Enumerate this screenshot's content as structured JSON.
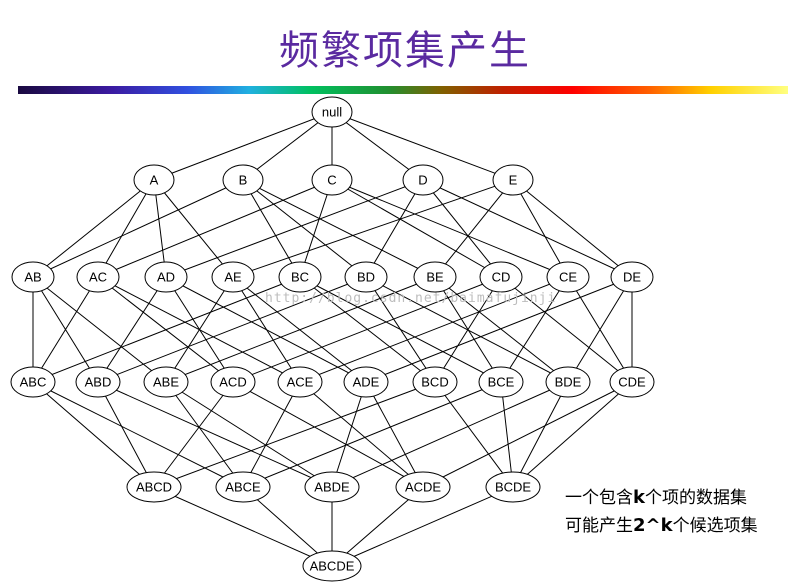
{
  "title": "频繁项集产生",
  "watermark": "http://blog.csdn.net/baimafujinji",
  "note": {
    "line1_a": "一个包含",
    "line1_k": "k",
    "line1_b": "个项的数据集",
    "line2_a": "可能产生",
    "line2_k": "2^k",
    "line2_b": "个候选项集"
  },
  "lattice": {
    "levels": [
      [
        "null"
      ],
      [
        "A",
        "B",
        "C",
        "D",
        "E"
      ],
      [
        "AB",
        "AC",
        "AD",
        "AE",
        "BC",
        "BD",
        "BE",
        "CD",
        "CE",
        "DE"
      ],
      [
        "ABC",
        "ABD",
        "ABE",
        "ACD",
        "ACE",
        "ADE",
        "BCD",
        "BCE",
        "BDE",
        "CDE"
      ],
      [
        "ABCD",
        "ABCE",
        "ABDE",
        "ACDE",
        "BCDE"
      ],
      [
        "ABCDE"
      ]
    ],
    "colors": {
      "stroke": "#000000",
      "fill": "#ffffff"
    }
  }
}
